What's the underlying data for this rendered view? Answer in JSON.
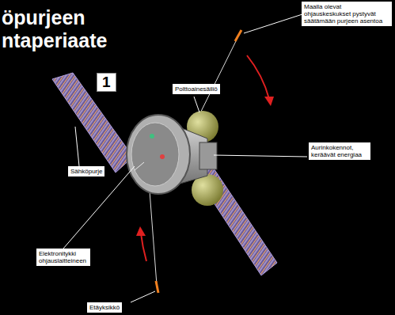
{
  "diagram": {
    "title": "öpurjeen ntaperiaate",
    "labels": [
      "1",
      "Polttoainesäiliö",
      "Maalla olevat ohjauskeskukset pystyvät säätämään purjeen asentoa",
      "Aurinkokennot, keräävät energiaa",
      "Sähköpurje",
      "Elektronitykki ohjauslaitteineen",
      "Etäyksikkö"
    ]
  }
}
